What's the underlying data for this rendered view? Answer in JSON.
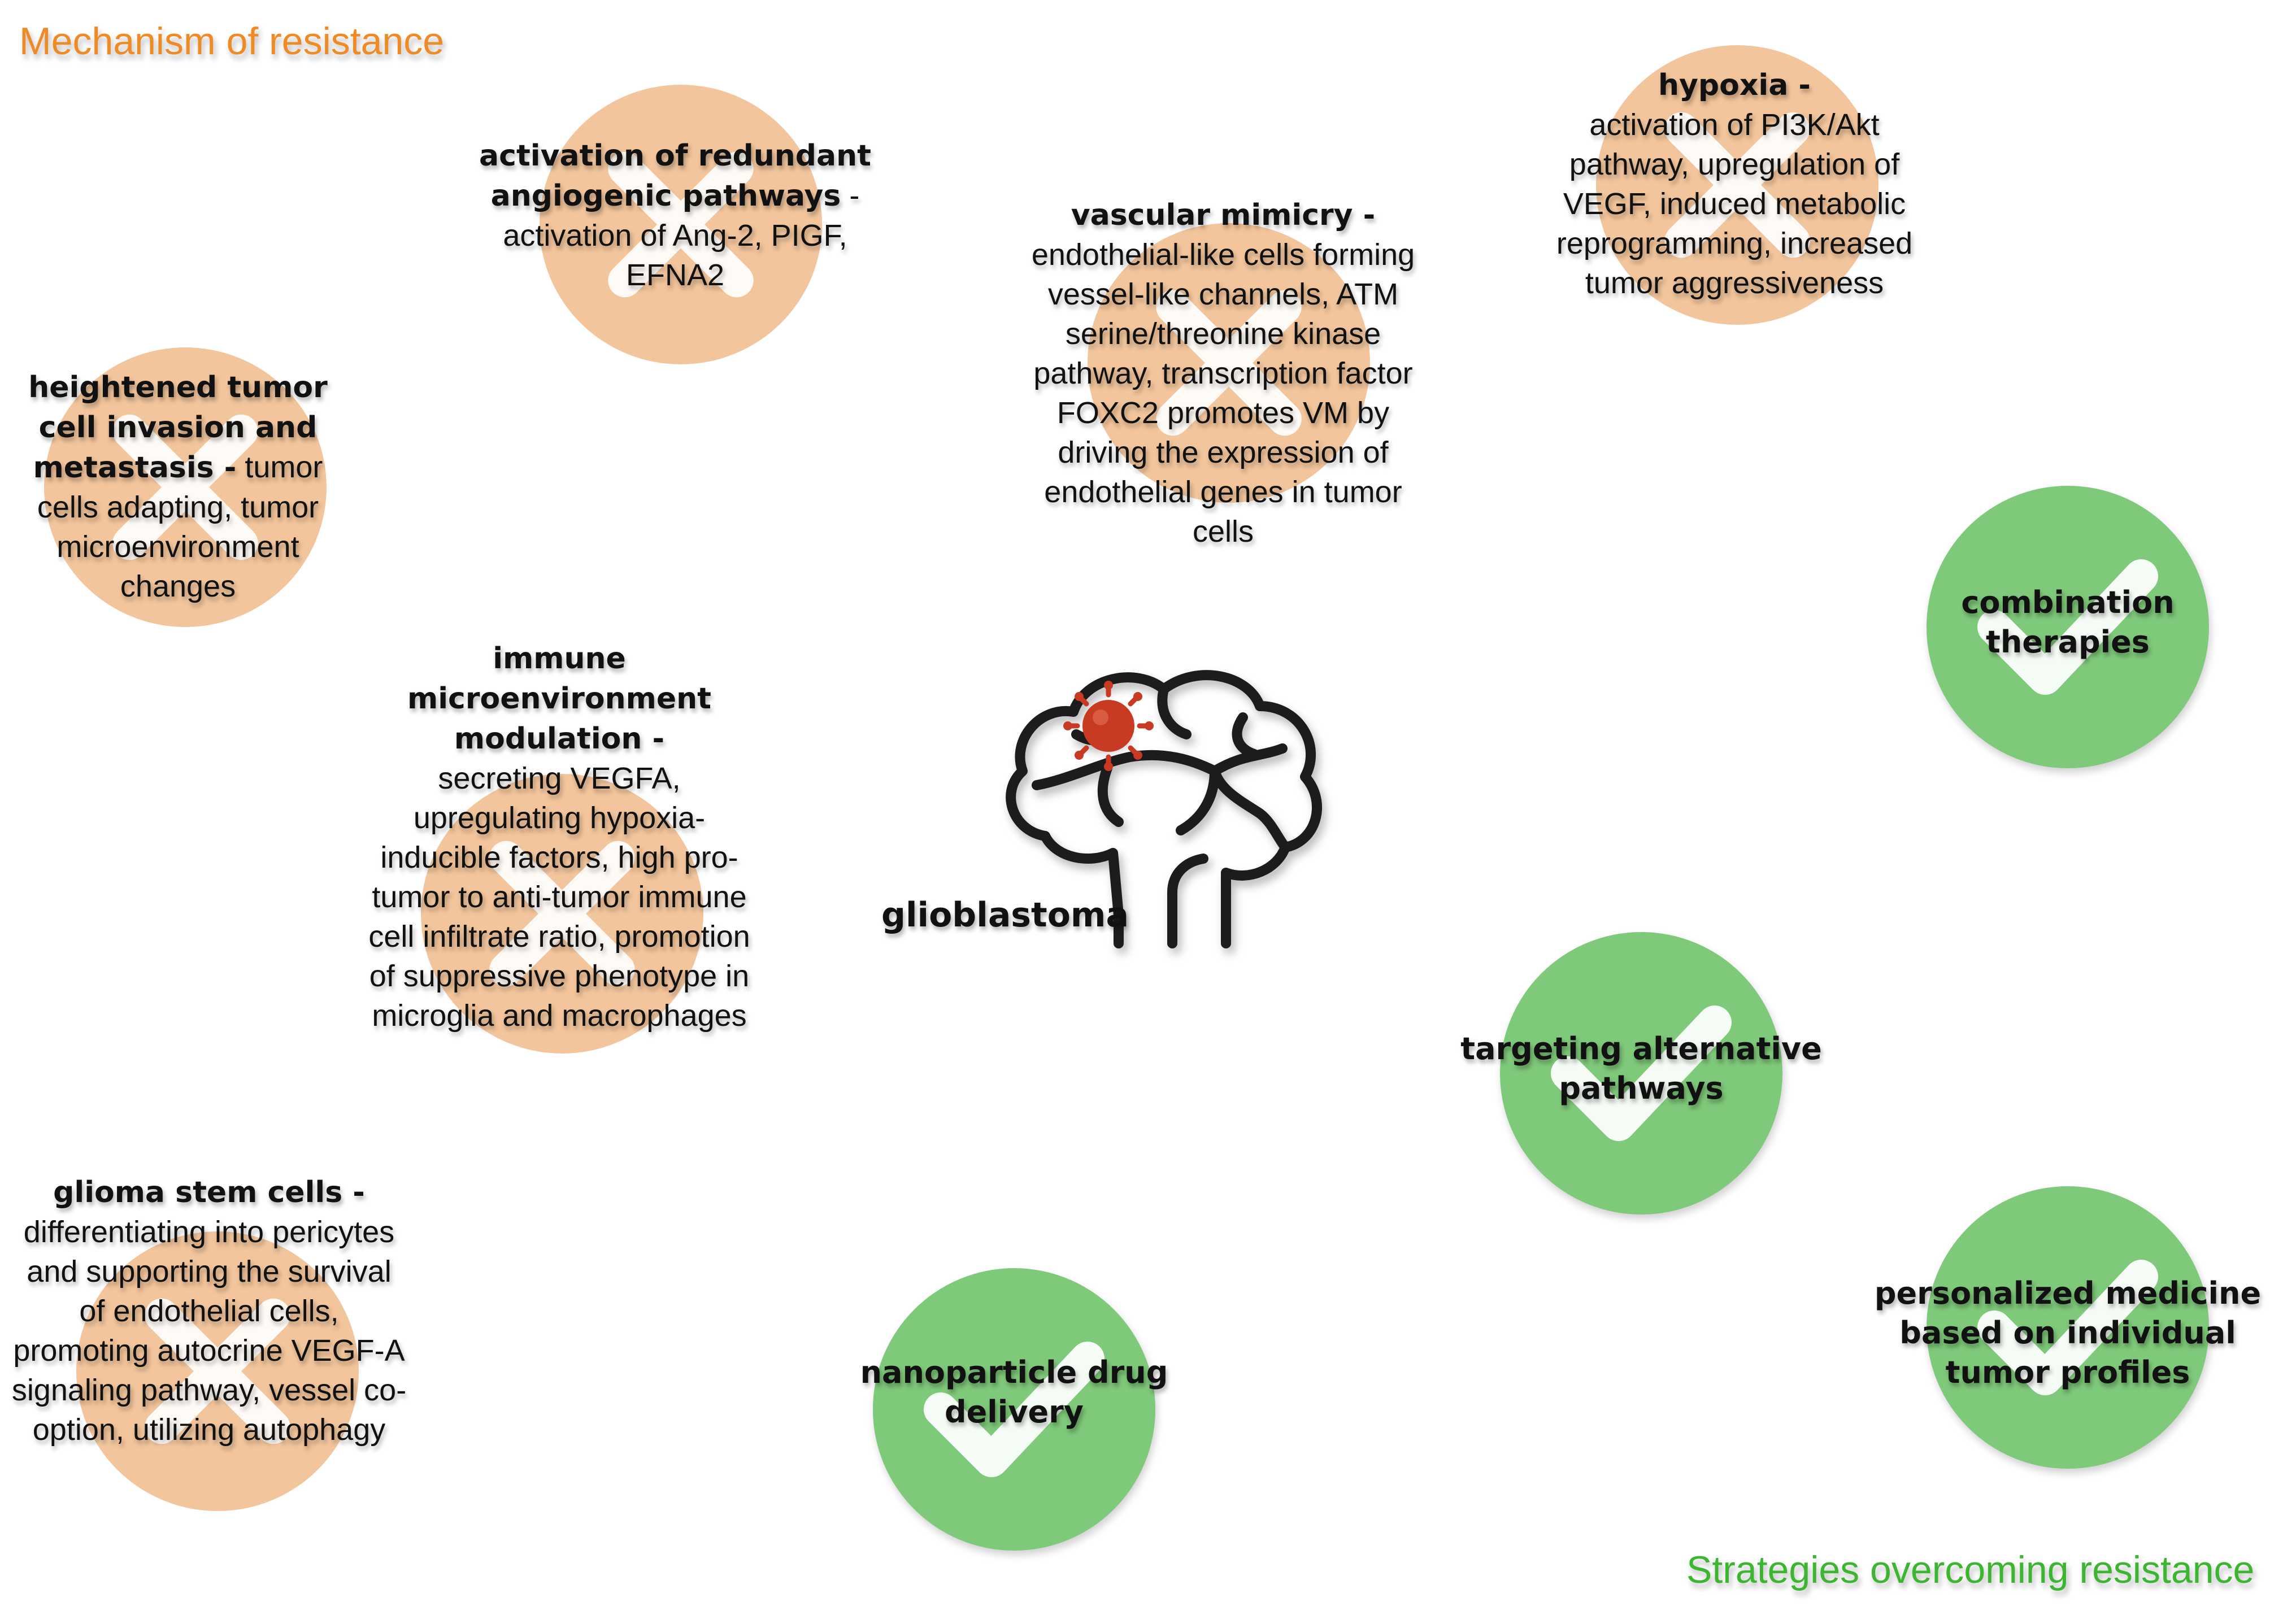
{
  "headings": {
    "mechanisms": "Mechanism of resistance",
    "strategies": "Strategies overcoming resistance"
  },
  "center": {
    "label": "glioblastoma",
    "icon": "brain-with-tumor-icon"
  },
  "colors": {
    "mechanism_heading": "#f08a24",
    "strategy_heading": "#3cb531",
    "mechanism_circle": "#f2c59c",
    "strategy_circle": "#7fc97a",
    "tumor": "#c93a22"
  },
  "mechanisms": [
    {
      "id": "redundant-angiogenic",
      "icon": "cross-icon",
      "title": "activation of redundant angiogenic pathways",
      "text": " - activation of Ang-2, PIGF, EFNA2"
    },
    {
      "id": "vascular-mimicry",
      "icon": "cross-icon",
      "title": "vascular mimicry -",
      "text": "endothelial-like cells forming vessel-like channels, ATM serine/threonine kinase pathway, transcription factor FOXC2 promotes VM by driving the expression of endothelial genes in tumor cells"
    },
    {
      "id": "hypoxia",
      "icon": "cross-icon",
      "title": "hypoxia -",
      "text": "activation of PI3K/Akt pathway, upregulation of VEGF, induced metabolic reprogramming, increased tumor aggressiveness"
    },
    {
      "id": "invasion-metastasis",
      "icon": "cross-icon",
      "title": "heightened tumor cell invasion and metastasis -",
      "text": " tumor cells adapting, tumor microenvironment changes"
    },
    {
      "id": "immune-microenvironment",
      "icon": "cross-icon",
      "title": "immune microenvironment modulation -",
      "text": "secreting VEGFA, upregulating hypoxia-inducible factors, high pro-tumor to anti-tumor immune cell infiltrate ratio, promotion of suppressive phenotype in microglia and macrophages"
    },
    {
      "id": "glioma-stem-cells",
      "icon": "cross-icon",
      "title": "glioma stem cells -",
      "text": "differentiating into pericytes and supporting the survival of endothelial cells, promoting autocrine VEGF-A signaling pathway, vessel co-option, utilizing autophagy"
    }
  ],
  "strategies": [
    {
      "id": "combination",
      "icon": "checkmark-icon",
      "title": "combination therapies"
    },
    {
      "id": "alternative-pathways",
      "icon": "checkmark-icon",
      "title": "targeting alternative pathways"
    },
    {
      "id": "personalized",
      "icon": "checkmark-icon",
      "title": "personalized medicine based on individual tumor profiles"
    },
    {
      "id": "nanoparticle",
      "icon": "checkmark-icon",
      "title": "nanoparticle drug delivery"
    }
  ]
}
